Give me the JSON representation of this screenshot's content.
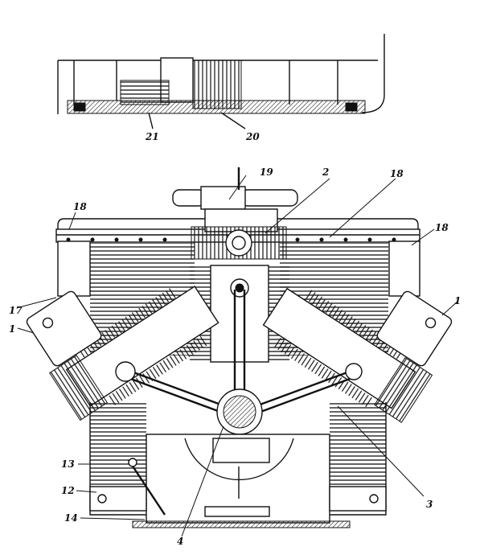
{
  "figure": {
    "callouts": [
      {
        "id": "c21",
        "text": "21"
      },
      {
        "id": "c20",
        "text": "20"
      },
      {
        "id": "c19",
        "text": "19"
      },
      {
        "id": "c2",
        "text": "2"
      },
      {
        "id": "c18a",
        "text": "18"
      },
      {
        "id": "c18b",
        "text": "18"
      },
      {
        "id": "c18c",
        "text": "18"
      },
      {
        "id": "c17",
        "text": "17"
      },
      {
        "id": "c1a",
        "text": "1"
      },
      {
        "id": "c1b",
        "text": "1"
      },
      {
        "id": "c13",
        "text": "13"
      },
      {
        "id": "c12",
        "text": "12"
      },
      {
        "id": "c14",
        "text": "14"
      },
      {
        "id": "c4",
        "text": "4"
      },
      {
        "id": "c3",
        "text": "3"
      }
    ]
  }
}
